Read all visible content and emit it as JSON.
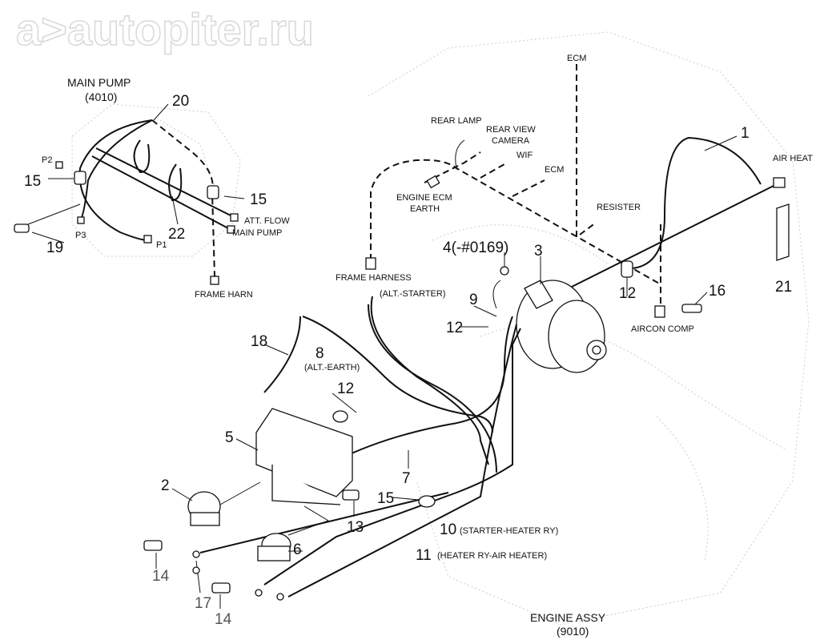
{
  "diagram": {
    "watermark": "a>autopiter.ru",
    "main_pump": {
      "title": "MAIN PUMP",
      "code": "(4010)"
    },
    "engine_assy": {
      "title": "ENGINE ASSY",
      "code": "(9010)"
    },
    "connectors": {
      "p1": "P1",
      "p2": "P2",
      "p3": "P3",
      "att_flow": "ATT. FLOW",
      "main_pump": "MAIN PUMP",
      "frame_harn": "FRAME HARN",
      "ecm_top": "ECM",
      "rear_lamp": "REAR LAMP",
      "rear_view_camera_1": "REAR VIEW",
      "rear_view_camera_2": "CAMERA",
      "wif": "WIF",
      "ecm": "ECM",
      "engine_ecm_earth_1": "ENGINE ECM",
      "engine_ecm_earth_2": "EARTH",
      "resister": "RESISTER",
      "air_heat": "AIR HEAT",
      "aircon_comp": "AIRCON COMP",
      "frame_harness": "FRAME HARNESS",
      "alt_starter": "(ALT.-STARTER)",
      "alt_earth": "(ALT.-EARTH)"
    },
    "callouts": {
      "c1": "1",
      "c2": "2",
      "c3": "3",
      "c4": "4(-#0169)",
      "c5": "5",
      "c6": "6",
      "c7": "7",
      "c8": "8",
      "c9": "9",
      "c10": "10",
      "c10_desc": "(STARTER-HEATER RY)",
      "c11": "11",
      "c11_desc": "(HEATER RY-AIR HEATER)",
      "c12a": "12",
      "c12b": "12",
      "c12c": "12",
      "c13": "13",
      "c14a": "14",
      "c14b": "14",
      "c15a": "15",
      "c15b": "15",
      "c15c": "15",
      "c16": "16",
      "c17": "17",
      "c18": "18",
      "c19": "19",
      "c20": "20",
      "c21": "21",
      "c22": "22"
    }
  }
}
